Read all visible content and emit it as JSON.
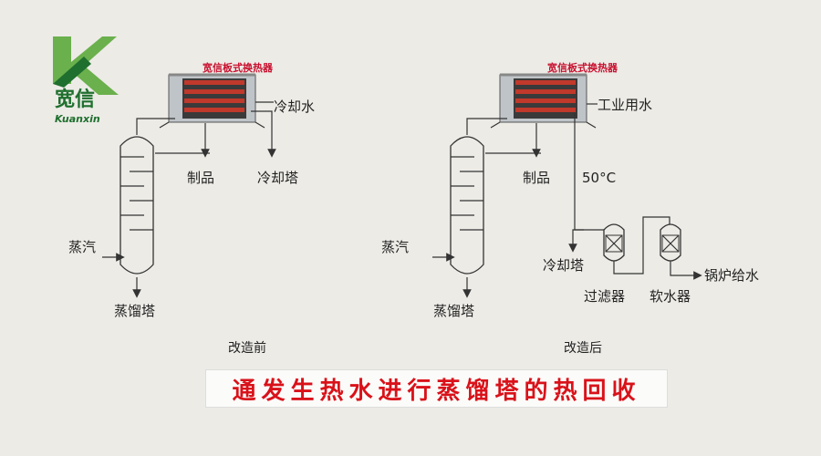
{
  "logo": {
    "cn": "宽信",
    "en": "Kuanxin"
  },
  "left": {
    "hx_label": "宽信板式换热器",
    "cooling_water": "冷却水",
    "product": "制品",
    "cooling_tower": "冷却塔",
    "steam": "蒸汽",
    "column": "蒸馏塔",
    "caption": "改造前"
  },
  "right": {
    "hx_label": "宽信板式换热器",
    "industrial_water": "工业用水",
    "product": "制品",
    "temperature": "50°C",
    "cooling_tower": "冷却塔",
    "steam": "蒸汽",
    "column": "蒸馏塔",
    "filter": "过滤器",
    "softener": "软水器",
    "boiler_feed": "锅炉给水",
    "caption": "改造后"
  },
  "banner": "通发生热水进行蒸馏塔的热回收",
  "colors": {
    "brand_green": "#1f6f2e",
    "accent_red": "#d9121a"
  }
}
